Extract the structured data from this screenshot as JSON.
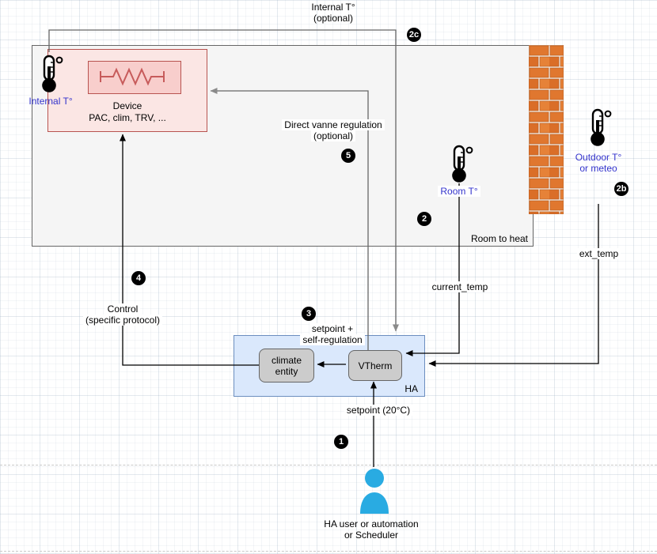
{
  "colors": {
    "accent_blue_label": "#3333CC",
    "device_fill": "#FBE6E4",
    "device_border": "#B85450",
    "inner_device_fill": "#F8CECC",
    "room_fill": "#F5F5F5",
    "room_border": "#666666",
    "ha_fill": "#DAE8FC",
    "ha_border": "#6C8EBF",
    "entity_fill": "#CCCCCC",
    "entity_border": "#666666",
    "actor_blue": "#29ABE2",
    "brick_orange": "#E0772F",
    "badge_black": "#000000"
  },
  "room": {
    "label": "Room to heat"
  },
  "device": {
    "title": "Device",
    "subtitle": "PAC, clim, TRV, ..."
  },
  "sensors": {
    "internal": {
      "label": "Internal T°"
    },
    "room": {
      "label": "Room T°"
    },
    "outdoor": {
      "line1": "Outdoor T°",
      "line2": "or meteo"
    }
  },
  "ha": {
    "label": "HA",
    "climate_line1": "climate",
    "climate_line2": "entity",
    "vtherm": "VTherm"
  },
  "edges": {
    "internal_line1": "Internal T°",
    "internal_line2": "(optional)",
    "vanne_line1": "Direct vanne regulation",
    "vanne_line2": "(optional)",
    "control_line1": "Control",
    "control_line2": "(specific protocol)",
    "setpoint_reg_line1": "setpoint +",
    "setpoint_reg_line2": "self-regulation",
    "current_temp": "current_temp",
    "ext_temp": "ext_temp",
    "setpoint": "setpoint (20°C)"
  },
  "badges": {
    "b1": "1",
    "b2": "2",
    "b2b": "2b",
    "b2c": "2c",
    "b3": "3",
    "b4": "4",
    "b5": "5"
  },
  "actor": {
    "line1": "HA user or automation",
    "line2": "or Scheduler"
  }
}
